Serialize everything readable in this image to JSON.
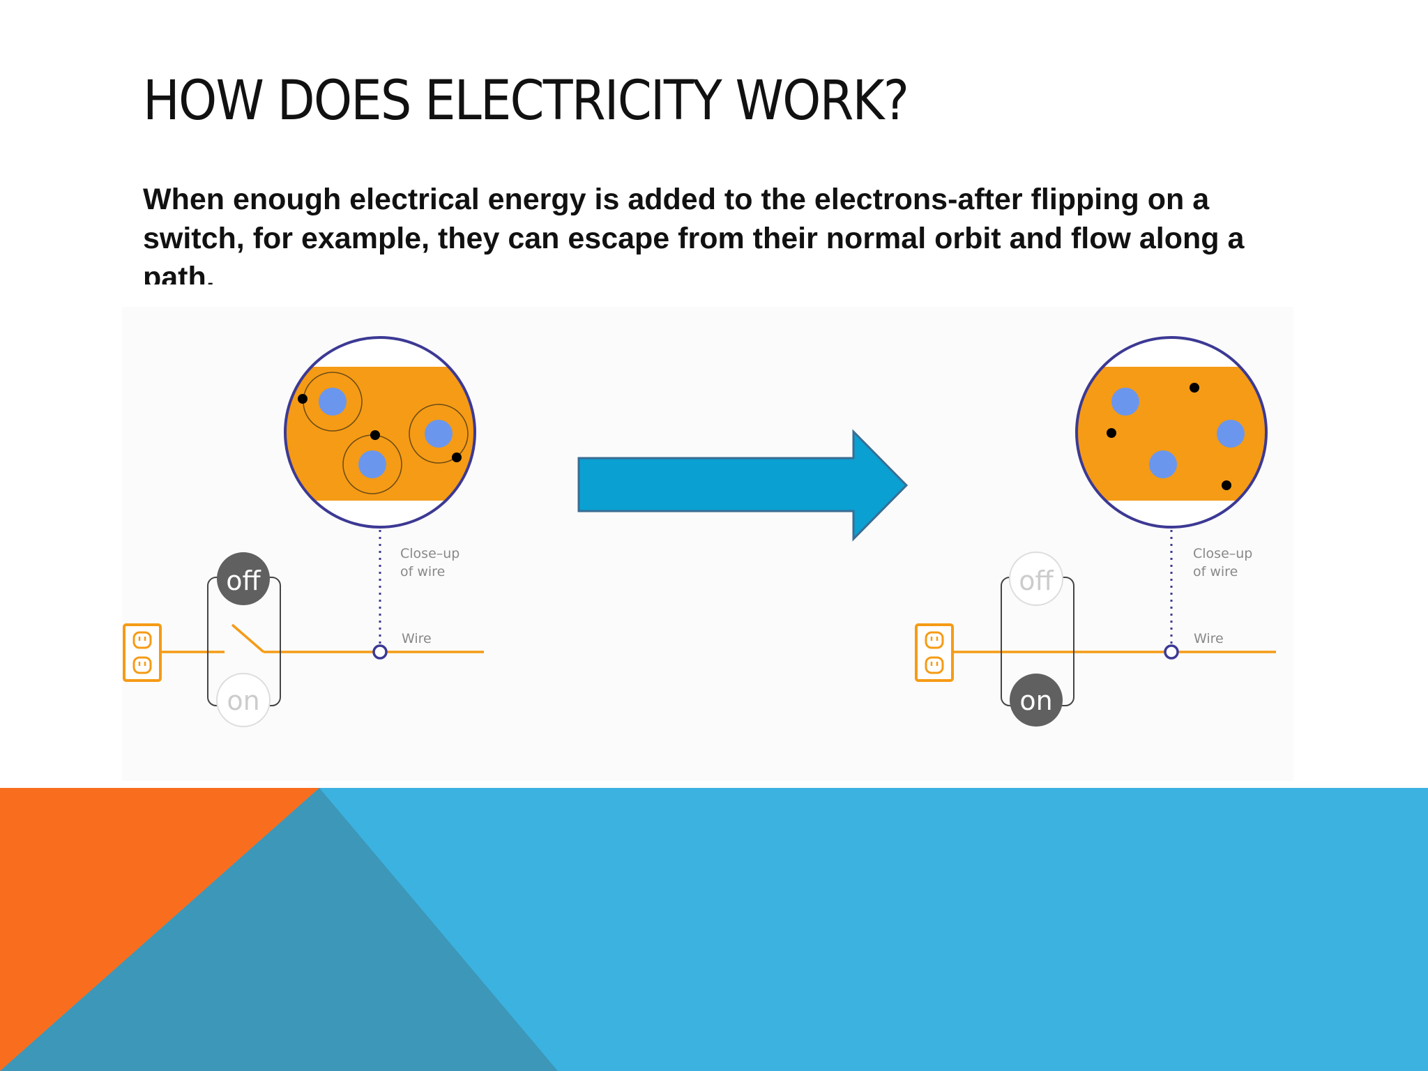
{
  "slide": {
    "title": "HOW DOES ELECTRICITY WORK?",
    "body": "When enough electrical energy is added to the electrons-after flipping on a switch, for example, they can escape from their normal orbit and flow along a path."
  },
  "diagram": {
    "left": {
      "switch_off_label": "off",
      "switch_on_label": "on",
      "closeup_label_line1": "Close–up",
      "closeup_label_line2": "of wire",
      "wire_label": "Wire"
    },
    "right": {
      "switch_off_label": "off",
      "switch_on_label": "on",
      "closeup_label_line1": "Close–up",
      "closeup_label_line2": "of wire",
      "wire_label": "Wire"
    },
    "arrow": "right-arrow"
  },
  "colors": {
    "wire_orange": "#f59b16",
    "circle_outline": "#3c3994",
    "nucleus_blue": "#6a96ee",
    "arrow_fill": "#0aa0d2",
    "footer_orange": "#f96e1e",
    "footer_blue": "#3cb2e0",
    "footer_teal": "#3d97b8"
  }
}
